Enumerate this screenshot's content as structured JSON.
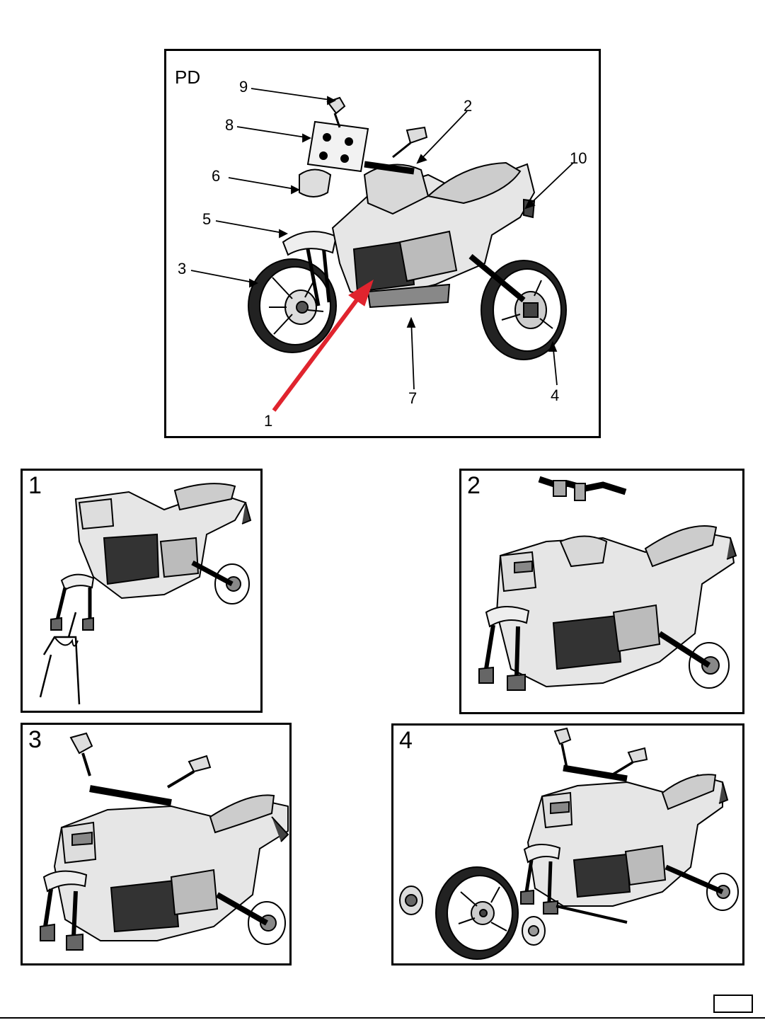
{
  "main_panel": {
    "label": "PD",
    "callouts": [
      "1",
      "2",
      "3",
      "4",
      "5",
      "6",
      "7",
      "8",
      "9",
      "10"
    ]
  },
  "steps": [
    {
      "number": "1"
    },
    {
      "number": "2"
    },
    {
      "number": "3"
    },
    {
      "number": "4"
    }
  ],
  "colors": {
    "line": "#000000",
    "highlight_arrow": "#e0242e"
  }
}
